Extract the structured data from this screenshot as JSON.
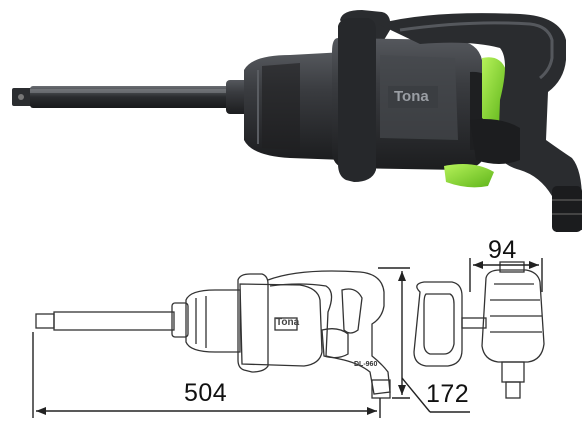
{
  "brand_label": "Tona",
  "model_label": "DL-960",
  "dimensions": {
    "length": "504",
    "height": "172",
    "width": "94"
  },
  "colors": {
    "body": "#2f3134",
    "body_highlight": "#4a4d51",
    "accent_green": "#7ed321",
    "line": "#222222"
  }
}
